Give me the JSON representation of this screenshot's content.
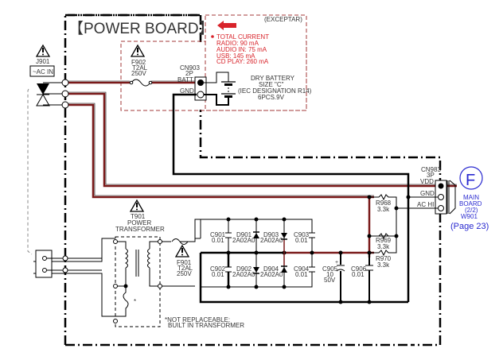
{
  "board_title": "【POWER BOARD】",
  "colors": {
    "wire": "#000000",
    "power_wire": "#7a1a1a",
    "dashed_region": "#a33a3a",
    "annotation_red": "#d8232a",
    "link_blue": "#2a2ad0"
  },
  "exceptar_box": {
    "label": "(EXCEPTAR)",
    "arrow_icon": "left-arrow-icon",
    "total_current": {
      "heading": "TOTAL CURRENT",
      "lines": [
        "RADIO: 90 mA",
        "AUDIO IN: 75 mA",
        "USB: 145 mA",
        "CD PLAY: 260 mA"
      ]
    }
  },
  "j901": {
    "ref": "J901",
    "label": "~AC IN",
    "icon": "warning-icon"
  },
  "f902": {
    "ref": "F902",
    "rating": "T2AL",
    "voltage": "250V",
    "icon": "warning-icon"
  },
  "cn903": {
    "ref": "CN903",
    "pins": "2P",
    "pin_labels": [
      "BATT",
      "GND"
    ]
  },
  "battery": {
    "lines": [
      "DRY BATTERY",
      "SIZE \"C\"",
      "(IEC DESIGNATION R14)",
      "6PCS.9V"
    ]
  },
  "t901": {
    "ref": "T901",
    "lines": [
      "POWER",
      "TRANSFORMER"
    ],
    "icon": "warning-icon"
  },
  "f901": {
    "ref": "F901",
    "rating": "T2AL",
    "voltage": "250V",
    "icon": "warning-icon"
  },
  "note": {
    "lines": [
      "*NOT REPLACEABLE:",
      "BUILT IN TRANSFORMER"
    ]
  },
  "capacitors": [
    {
      "ref": "C901",
      "value": "0.01"
    },
    {
      "ref": "C902",
      "value": "0.01"
    },
    {
      "ref": "C903",
      "value": "0.01"
    },
    {
      "ref": "C904",
      "value": "0.01"
    },
    {
      "ref": "C905",
      "value": "10",
      "voltage": "50V"
    },
    {
      "ref": "C906",
      "value": "0.01"
    }
  ],
  "diodes": [
    {
      "ref": "D901",
      "part": "2A02A0"
    },
    {
      "ref": "D902",
      "part": "2A02A0"
    },
    {
      "ref": "D903",
      "part": "2A02A0"
    },
    {
      "ref": "D904",
      "part": "2A02A0"
    }
  ],
  "resistors": [
    {
      "ref": "R968",
      "value": "3.3k"
    },
    {
      "ref": "R969",
      "value": "3.3k"
    },
    {
      "ref": "R970",
      "value": "3.3k"
    }
  ],
  "cn983": {
    "ref": "CN983",
    "pins": "3P",
    "pin_labels": [
      "VDD",
      "GND",
      "AC HI"
    ]
  },
  "main_board_link": {
    "badge": "F",
    "lines": [
      "MAIN",
      "BOARD",
      "(2/2)",
      "W901"
    ],
    "page": "(Page 23)"
  }
}
